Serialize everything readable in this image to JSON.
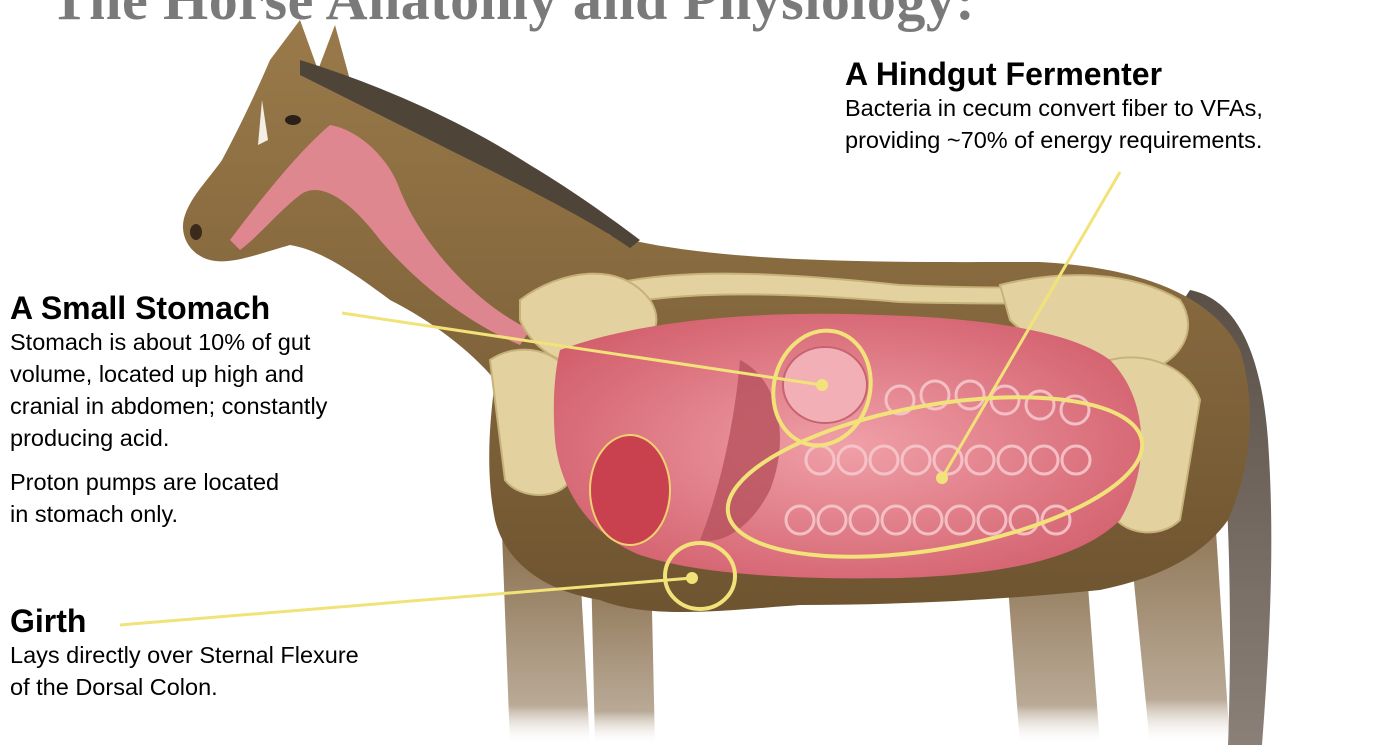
{
  "title": "The Horse Anatomy and Physiology:",
  "callouts": {
    "hindgut": {
      "heading": "A Hindgut Fermenter",
      "lines": [
        "Bacteria in cecum convert fiber to VFAs,",
        "providing ~70% of energy requirements."
      ]
    },
    "stomach": {
      "heading": "A Small Stomach",
      "lines": [
        "Stomach is about 10% of gut",
        "volume, located up high and",
        "cranial in abdomen; constantly",
        "producing acid."
      ],
      "note_lines": [
        "Proton pumps are located",
        "in stomach only."
      ]
    },
    "girth": {
      "heading": "Girth",
      "lines": [
        "Lays directly over Sternal Flexure",
        "of the Dorsal Colon."
      ]
    }
  },
  "colors": {
    "highlight": "#f2e27a",
    "horse_coat": "#8b6a3e",
    "skeleton": "#e3d2a0",
    "organs": "#e07a86",
    "title": "#7a7a7a"
  }
}
